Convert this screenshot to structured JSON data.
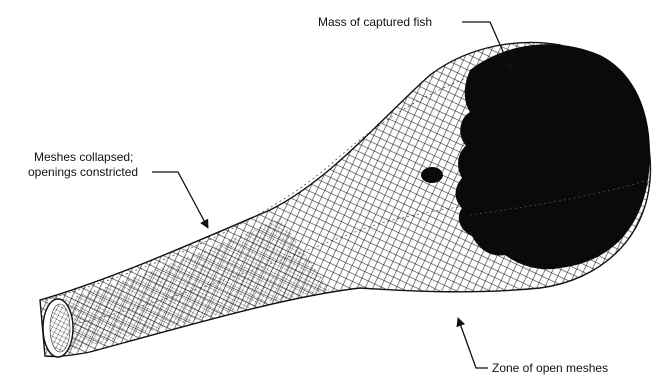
{
  "labels": {
    "mass": "Mass of captured fish",
    "collapsed_line1": "Meshes collapsed;",
    "collapsed_line2": "openings constricted",
    "open_zone": "Zone of open meshes"
  },
  "colors": {
    "ink": "#111111",
    "mesh": "#222222",
    "background": "#ffffff"
  }
}
